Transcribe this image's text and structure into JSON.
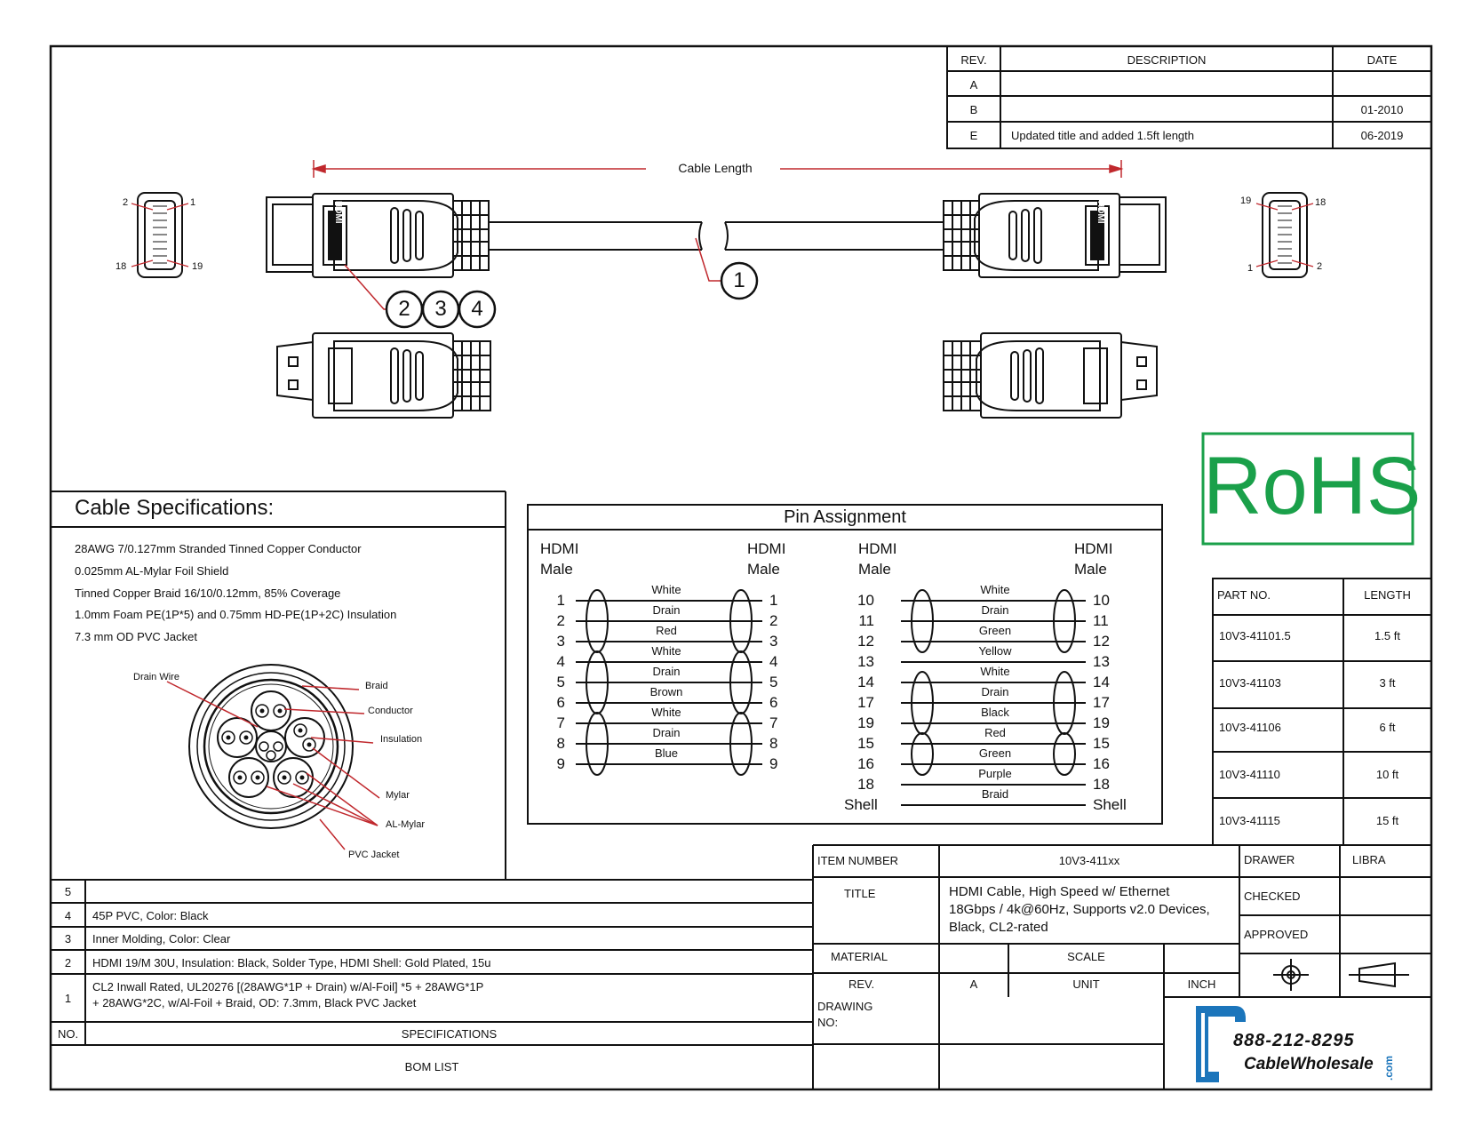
{
  "revision_table": {
    "headers": {
      "rev": "REV.",
      "description": "DESCRIPTION",
      "date": "DATE"
    },
    "rows": [
      {
        "rev": "A",
        "description": "",
        "date": ""
      },
      {
        "rev": "B",
        "description": "",
        "date": "01-2010"
      },
      {
        "rev": "E",
        "description": "Updated title and added 1.5ft length",
        "date": "06-2019"
      }
    ]
  },
  "drawing": {
    "cable_length_label": "Cable Length",
    "callouts": [
      "1",
      "2",
      "3",
      "4"
    ],
    "pin_numbers_left": {
      "top_left": "2",
      "top_right": "1",
      "bottom_left": "18",
      "bottom_right": "19"
    },
    "pin_numbers_right": {
      "top_left": "19",
      "top_right": "18",
      "bottom_left": "1",
      "bottom_right": "2"
    },
    "connector_logo": "HDMI"
  },
  "rohs_label": "RoHS",
  "cable_specs": {
    "title": "Cable Specifications:",
    "lines": [
      "28AWG 7/0.127mm Stranded Tinned Copper Conductor",
      "0.025mm AL-Mylar Foil Shield",
      "Tinned Copper Braid 16/10/0.12mm, 85% Coverage",
      "1.0mm Foam PE(1P*5) and 0.75mm HD-PE(1P+2C) Insulation",
      "7.3 mm OD PVC Jacket"
    ],
    "cross_section_labels": {
      "drain_wire": "Drain Wire",
      "braid": "Braid",
      "conductor": "Conductor",
      "insulation": "Insulation",
      "mylar": "Mylar",
      "al_mylar": "AL-Mylar",
      "pvc_jacket": "PVC Jacket"
    }
  },
  "pin_assignment": {
    "title": "Pin Assignment",
    "header_line1": "HDMI",
    "header_line2": "Male",
    "left_block": [
      {
        "pin": "1",
        "color": "White"
      },
      {
        "pin": "2",
        "color": "Drain"
      },
      {
        "pin": "3",
        "color": "Red"
      },
      {
        "pin": "4",
        "color": "White"
      },
      {
        "pin": "5",
        "color": "Drain"
      },
      {
        "pin": "6",
        "color": "Brown"
      },
      {
        "pin": "7",
        "color": "White"
      },
      {
        "pin": "8",
        "color": "Drain"
      },
      {
        "pin": "9",
        "color": "Blue"
      }
    ],
    "right_block": [
      {
        "pin": "10",
        "color": "White"
      },
      {
        "pin": "11",
        "color": "Drain"
      },
      {
        "pin": "12",
        "color": "Green"
      },
      {
        "pin": "13",
        "color": "Yellow"
      },
      {
        "pin": "14",
        "color": "White"
      },
      {
        "pin": "17",
        "color": "Drain"
      },
      {
        "pin": "19",
        "color": "Black"
      },
      {
        "pin": "15",
        "color": "Red"
      },
      {
        "pin": "16",
        "color": "Green"
      },
      {
        "pin": "18",
        "color": "Purple"
      },
      {
        "pin": "Shell",
        "color": "Braid"
      }
    ]
  },
  "parts_table": {
    "headers": {
      "part": "PART NO.",
      "length": "LENGTH"
    },
    "rows": [
      {
        "part": "10V3-41101.5",
        "length": "1.5 ft"
      },
      {
        "part": "10V3-41103",
        "length": "3 ft"
      },
      {
        "part": "10V3-41106",
        "length": "6 ft"
      },
      {
        "part": "10V3-41110",
        "length": "10 ft"
      },
      {
        "part": "10V3-41115",
        "length": "15 ft"
      }
    ]
  },
  "bom": {
    "rows": [
      {
        "no": "5",
        "spec": ""
      },
      {
        "no": "4",
        "spec": "45P PVC, Color: Black"
      },
      {
        "no": "3",
        "spec": "Inner Molding, Color: Clear"
      },
      {
        "no": "2",
        "spec": "HDMI 19/M 30U, Insulation: Black, Solder Type, HDMI Shell: Gold Plated, 15u"
      },
      {
        "no": "1",
        "spec_line1": "CL2 Inwall Rated, UL20276  [(28AWG*1P + Drain) w/Al-Foil] *5 + 28AWG*1P",
        "spec_line2": "+ 28AWG*2C,  w/Al-Foil + Braid, OD: 7.3mm, Black PVC Jacket"
      }
    ],
    "header_no": "NO.",
    "header_spec": "SPECIFICATIONS",
    "footer": "BOM LIST"
  },
  "title_block": {
    "item_number_label": "ITEM NUMBER",
    "item_number": "10V3-411xx",
    "title_label": "TITLE",
    "title_lines": [
      "HDMI Cable, High Speed w/ Ethernet",
      "18Gbps / 4k@60Hz, Supports v2.0 Devices,",
      "Black, CL2-rated"
    ],
    "drawer_label": "DRAWER",
    "drawer": "LIBRA",
    "checked_label": "CHECKED",
    "approved_label": "APPROVED",
    "material_label": "MATERIAL",
    "scale_label": "SCALE",
    "rev_label": "REV.",
    "rev_value": "A",
    "unit_label": "UNIT",
    "unit_value": "INCH",
    "drawing_no_label_1": "DRAWING",
    "drawing_no_label_2": "NO:"
  },
  "logo": {
    "phone": "888-212-8295",
    "brand": "CableWholesale",
    "tld": ".com"
  },
  "colors": {
    "rohs_green": "#1aa04a",
    "dimension_red": "#c0282d",
    "logo_blue": "#1b75bb"
  }
}
